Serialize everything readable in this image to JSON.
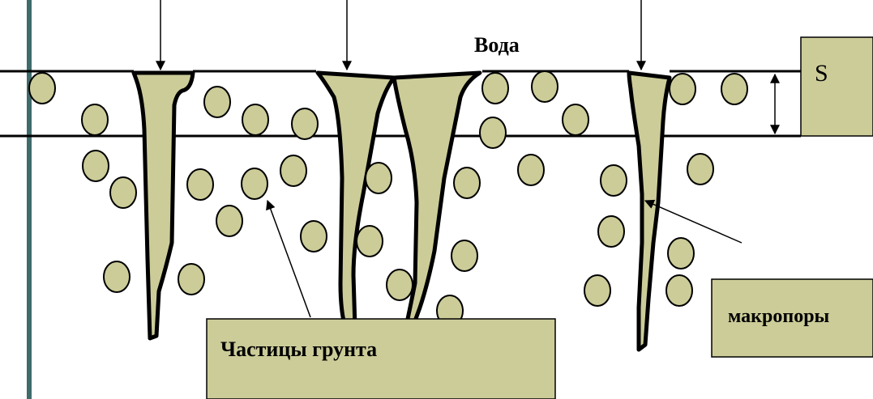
{
  "labels": {
    "water": "Вода",
    "area": "S",
    "particles": "Частицы грунта",
    "macropores": "макропоры"
  },
  "colors": {
    "fill": "#cccc99",
    "stroke": "#000000",
    "left_bar": "#3f6b6b"
  }
}
